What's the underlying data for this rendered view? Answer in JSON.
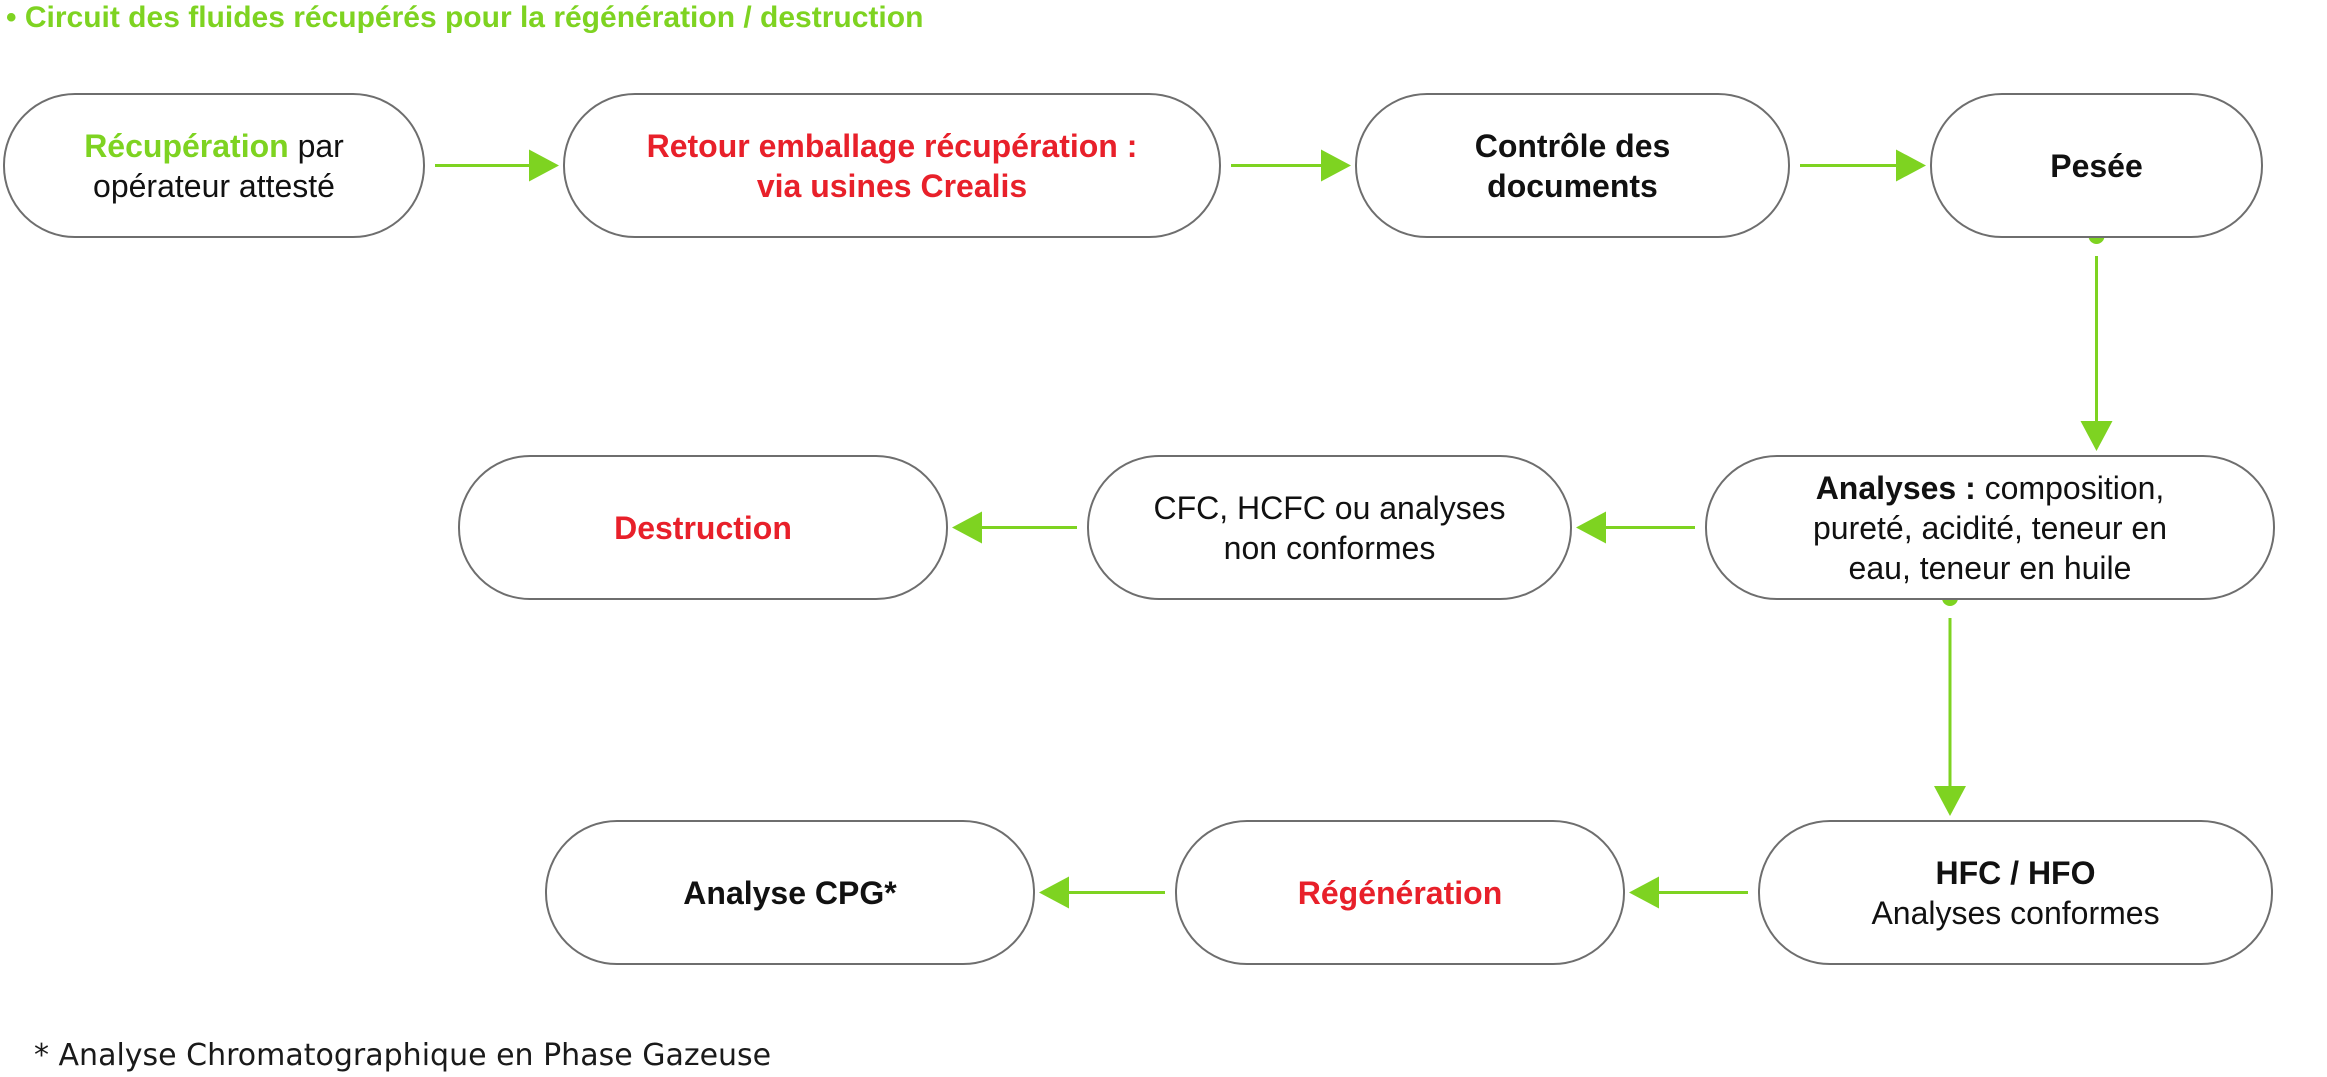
{
  "title": "• Circuit des fluides récupérés pour la régénération / destruction",
  "footnote": "* Analyse Chromatographique en Phase Gazeuse",
  "colors": {
    "accent": "#7ed321",
    "highlight": "#e8202a",
    "border": "#6e6e6e",
    "text": "#111111"
  },
  "nodes": [
    {
      "id": "recuperation",
      "lines": [
        [
          {
            "text": "Récupération",
            "style": "green"
          },
          {
            "text": " par",
            "style": "normal"
          }
        ],
        [
          {
            "text": "opérateur attesté",
            "style": "normal"
          }
        ]
      ]
    },
    {
      "id": "retour-emballage",
      "lines": [
        [
          {
            "text": "Retour emballage récupération :",
            "style": "red"
          }
        ],
        [
          {
            "text": "via usines Crealis",
            "style": "red"
          }
        ]
      ]
    },
    {
      "id": "controle-documents",
      "lines": [
        [
          {
            "text": "Contrôle des documents",
            "style": "bold"
          }
        ]
      ]
    },
    {
      "id": "pesee",
      "lines": [
        [
          {
            "text": "Pesée",
            "style": "bold"
          }
        ]
      ]
    },
    {
      "id": "analyses",
      "lines": [
        [
          {
            "text": "Analyses :",
            "style": "bold"
          },
          {
            "text": " composition,",
            "style": "normal"
          }
        ],
        [
          {
            "text": "pureté, acidité, teneur en",
            "style": "normal"
          }
        ],
        [
          {
            "text": "eau, teneur en huile",
            "style": "normal"
          }
        ]
      ]
    },
    {
      "id": "non-conformes",
      "lines": [
        [
          {
            "text": "CFC, HCFC ou analyses",
            "style": "normal"
          }
        ],
        [
          {
            "text": "non conformes",
            "style": "normal"
          }
        ]
      ]
    },
    {
      "id": "destruction",
      "lines": [
        [
          {
            "text": "Destruction",
            "style": "red"
          }
        ]
      ]
    },
    {
      "id": "hfc-hfo",
      "lines": [
        [
          {
            "text": "HFC / HFO",
            "style": "bold"
          }
        ],
        [
          {
            "text": "Analyses conformes",
            "style": "normal"
          }
        ]
      ]
    },
    {
      "id": "regeneration",
      "lines": [
        [
          {
            "text": "Régénération",
            "style": "red"
          }
        ]
      ]
    },
    {
      "id": "analyse-cpg",
      "lines": [
        [
          {
            "text": "Analyse CPG*",
            "style": "bold"
          }
        ]
      ]
    }
  ],
  "edges": [
    {
      "from": "recuperation",
      "to": "retour-emballage"
    },
    {
      "from": "retour-emballage",
      "to": "controle-documents"
    },
    {
      "from": "controle-documents",
      "to": "pesee"
    },
    {
      "from": "pesee",
      "to": "analyses"
    },
    {
      "from": "analyses",
      "to": "non-conformes"
    },
    {
      "from": "non-conformes",
      "to": "destruction"
    },
    {
      "from": "analyses",
      "to": "hfc-hfo"
    },
    {
      "from": "hfc-hfo",
      "to": "regeneration"
    },
    {
      "from": "regeneration",
      "to": "analyse-cpg"
    }
  ]
}
